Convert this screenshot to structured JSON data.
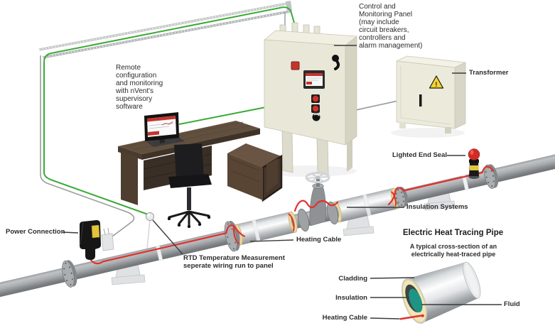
{
  "labels": {
    "control_panel": "Control and\nMonitoring Panel\n(may include\ncircuit breakers,\ncontrollers and\nalarm management)",
    "remote_config": "Remote\nconfiguration\nand monitoring\nwith nVent's\nsupervisory\nsoftware",
    "transformer": "Transformer",
    "lighted_end_seal": "Lighted End Seal",
    "insulation_systems": "Insulation Systems",
    "heating_cable": "Heating Cable",
    "power_connection": "Power Connection",
    "rtd": "RTD Temperature Measurement\nseperate wiring run to panel"
  },
  "cross_section": {
    "title": "Electric Heat Tracing Pipe",
    "subtitle": "A typical cross-section of an\nelectrically heat-traced pipe",
    "labels": {
      "cladding": "Cladding",
      "insulation": "Insulation",
      "heating_cable": "Heating Cable",
      "fluid": "Fluid"
    }
  },
  "colors": {
    "heating_cable_red": "#e0312d",
    "data_cable_green": "#3aaa35",
    "fluid_teal": "#1f9484",
    "insulation_cream": "#f0e6b8",
    "cabinet_beige": "#e9e7d8",
    "warning_yellow": "#f2d22e",
    "alert_red": "#c5342e"
  }
}
